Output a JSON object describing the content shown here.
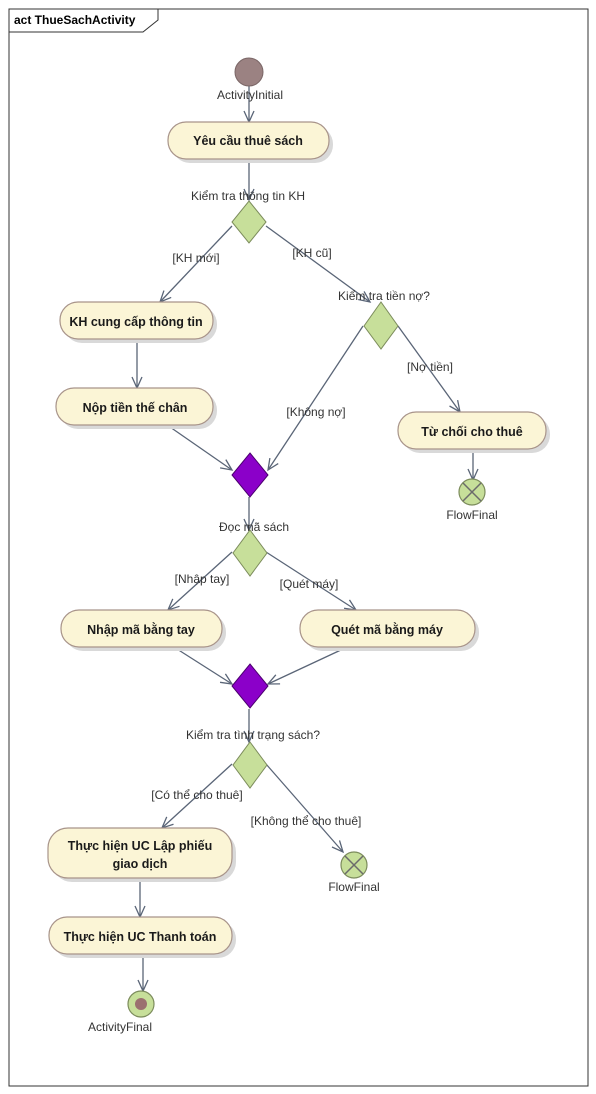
{
  "diagram": {
    "frame_title": "act ThueSachActivity",
    "initial_label": "ActivityInitial",
    "final_label": "ActivityFinal",
    "flow_final_1_label": "FlowFinal",
    "flow_final_2_label": "FlowFinal",
    "actions": {
      "yeu_cau": "Yêu cầu thuê sách",
      "kh_cung_cap": "KH cung cấp thông tin",
      "nop_tien": "Nộp tiền thế chân",
      "tu_choi": "Từ chối cho thuê",
      "nhap_ma": "Nhập mã bằng tay",
      "quet_ma": "Quét mã bằng máy",
      "lap_phieu_line1": "Thực hiện UC Lập phiếu",
      "lap_phieu_line2": "giao dịch",
      "thanh_toan": "Thực hiện UC Thanh toán"
    },
    "decisions": {
      "kiem_tra_kh": "Kiểm tra thông tin KH",
      "kiem_tra_no": "Kiểm tra tiền nợ?",
      "doc_ma": "Đọc mã sách",
      "kiem_tra_sach": "Kiểm tra tình trạng sách?"
    },
    "guards": {
      "kh_moi": "[KH mới]",
      "kh_cu": "[KH cũ]",
      "khong_no": "[Không nợ]",
      "no_tien": "[Nợ tiền]",
      "nhap_tay": "[Nhập tay]",
      "quet_may": "[Quét máy]",
      "co_the": "[Có thể cho thuê]",
      "khong_the": "[Không thể cho thuê]"
    },
    "colors": {
      "action_fill": "#fbf5d6",
      "decision_fill": "#c7df9a",
      "merge_fill": "#8b00c9",
      "initial_fill": "#9b8282"
    }
  }
}
